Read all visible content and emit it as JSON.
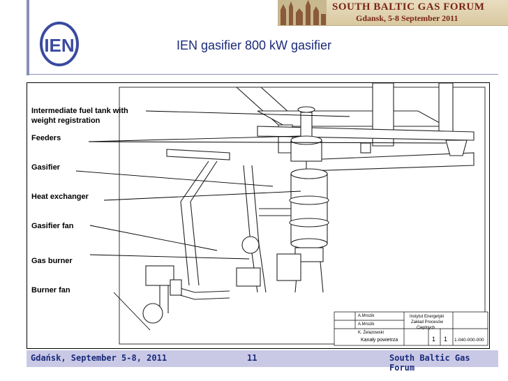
{
  "banner": {
    "line1": "SOUTH BALTIC GAS FORUM",
    "line2": "Gdansk, 5-8 September 2011"
  },
  "logo": {
    "text": "IEN"
  },
  "title": "IEN gasifier 800 kW gasifier",
  "labels": [
    "Intermediate fuel tank with weight registration",
    "Feeders",
    "Gasifier",
    "Heat exchanger",
    "Gasifier fan",
    "Gas burner",
    "Burner fan"
  ],
  "title_block": {
    "institute": "Instytut Energetyki",
    "dept": "Zakład Procesów",
    "dept2": "Cieplnych",
    "drawing": "Kanały powietrza",
    "number": "1-040-000-000",
    "sheet": "1",
    "sheets": "1",
    "names": [
      "A.Mrozik",
      "A.Mrozik",
      "K. Żelazowski"
    ]
  },
  "footer": {
    "left": "Gdańsk, September 5-8, 2011",
    "page": "11",
    "right": "South Baltic Gas Forum"
  },
  "colors": {
    "accent": "#1a2a7a",
    "bar": "#8a8fb8",
    "footer_bg": "#c9c9e6"
  }
}
